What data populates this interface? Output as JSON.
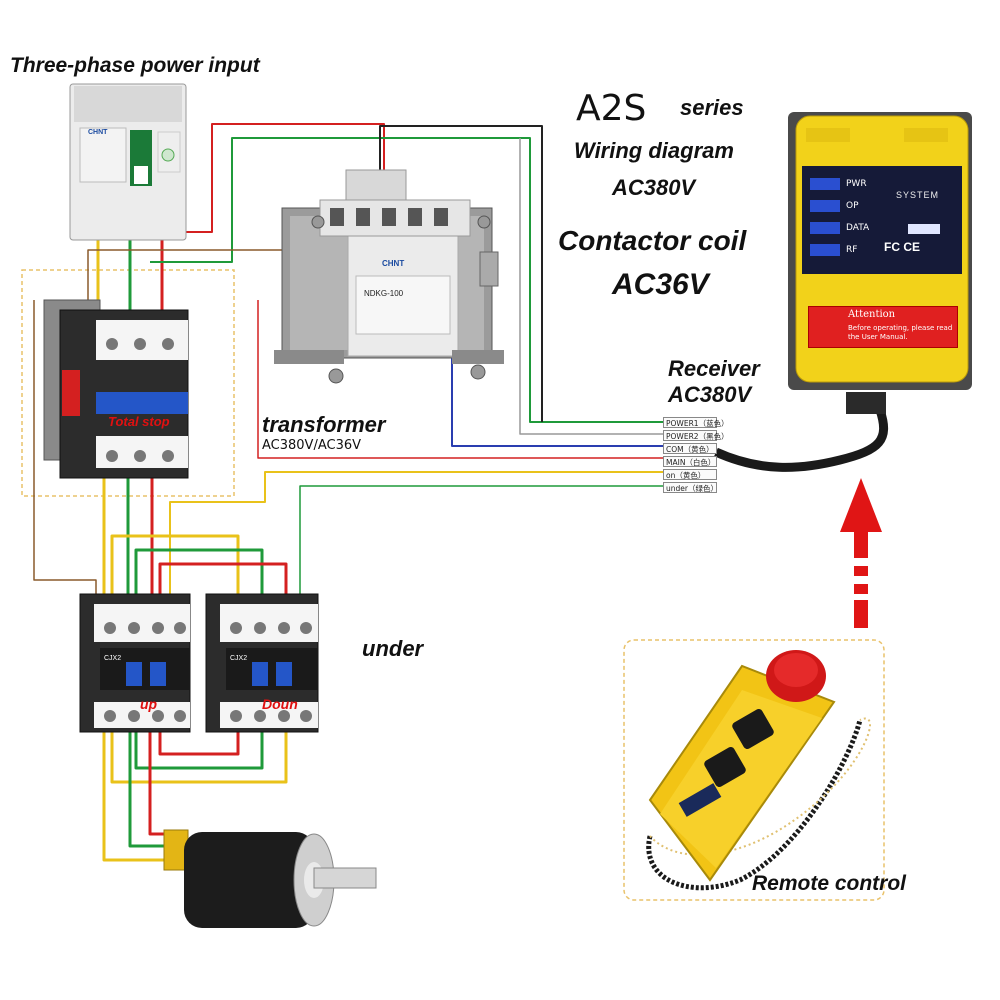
{
  "labels": {
    "power_input": "Three-phase power input",
    "series_model": "A2S",
    "series_word": "series",
    "wiring_diagram": "Wiring diagram",
    "supply_voltage": "AC380V",
    "contactor_coil": "Contactor coil",
    "coil_voltage": "AC36V",
    "receiver": "Receiver",
    "receiver_voltage": "AC380V",
    "transformer": "transformer",
    "transformer_voltage": "AC380V/AC36V",
    "total_stop": "Total stop",
    "under": "under",
    "up": "up",
    "down": "Doun",
    "remote_control": "Remote control"
  },
  "receiver_terminals": [
    {
      "label": "POWER1（蓝色）"
    },
    {
      "label": "POWER2（黑色）"
    },
    {
      "label": "COM（黄色）"
    },
    {
      "label": "MAIN（白色）"
    },
    {
      "label": "on（黄色）"
    },
    {
      "label": "under（绿色）"
    }
  ],
  "receiver_panel": {
    "indicators": [
      "PWR",
      "OP",
      "DATA",
      "RF"
    ],
    "system_label": "SYSTEM",
    "cert_marks": "FC CE",
    "attention_title": "Attention",
    "attention_text": "Before operating, please read the User Manual."
  },
  "breaker_brand": "CHNT",
  "transformer_plate": {
    "brand": "CHNT",
    "model": "NDKG-100"
  },
  "contactor_model": "CJX2",
  "colors": {
    "wire_red": "#d42020",
    "wire_green": "#1f9a3a",
    "wire_yellow": "#e9c21a",
    "wire_blue": "#2a3db0",
    "wire_black": "#222222",
    "wire_brown": "#8a5a2b",
    "wire_gray": "#999999",
    "dashed_box": "#e9c26a",
    "arrow_red": "#e01515",
    "receiver_yellow": "#f2d21a",
    "label_red": "#e01010"
  }
}
